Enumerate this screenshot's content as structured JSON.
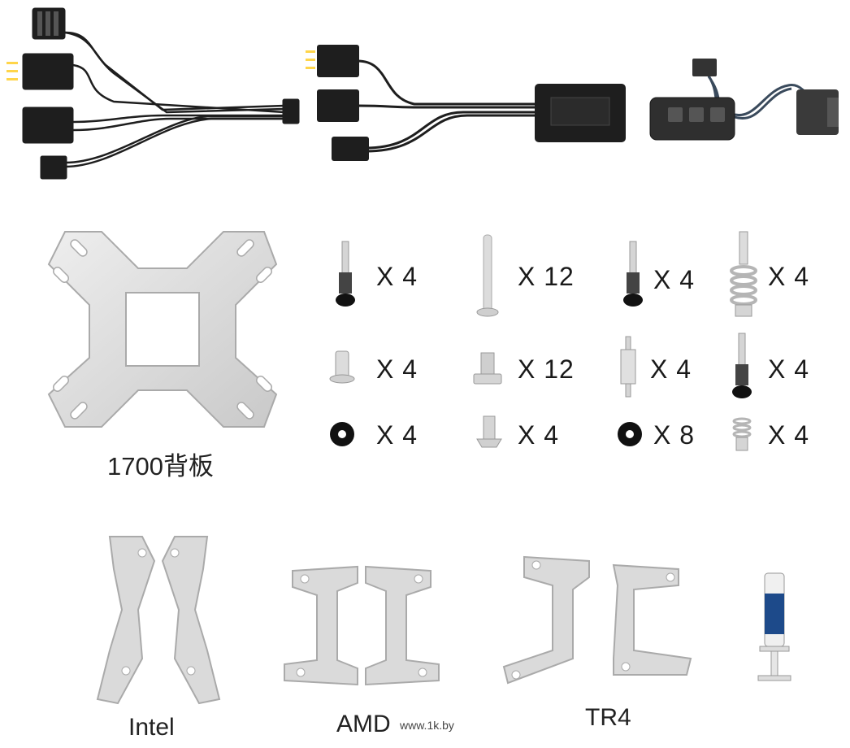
{
  "colors": {
    "cable": "#222222",
    "metal": "#d9d9d9",
    "metal_edge": "#b3b3b3",
    "background": "#ffffff"
  },
  "labels": {
    "backplate": "1700背板",
    "intel": "Intel",
    "amd": "AMD",
    "tr4": "TR4",
    "watermark": "www.1k.by"
  },
  "hardware": [
    {
      "row": 1,
      "col": 1,
      "qty": "X 4",
      "icon": "standoff-black-base"
    },
    {
      "row": 1,
      "col": 2,
      "qty": "X 12",
      "icon": "long-pin"
    },
    {
      "row": 1,
      "col": 3,
      "qty": "X 4",
      "icon": "standoff-black-base"
    },
    {
      "row": 1,
      "col": 4,
      "qty": "X 4",
      "icon": "spring-screw"
    },
    {
      "row": 2,
      "col": 1,
      "qty": "X 4",
      "icon": "sleeve"
    },
    {
      "row": 2,
      "col": 2,
      "qty": "X 12",
      "icon": "hex-screw"
    },
    {
      "row": 2,
      "col": 3,
      "qty": "X 4",
      "icon": "hex-standoff"
    },
    {
      "row": 2,
      "col": 4,
      "qty": "X 4",
      "icon": "standoff-black-base"
    },
    {
      "row": 3,
      "col": 1,
      "qty": "X 4",
      "icon": "rubber-washer"
    },
    {
      "row": 3,
      "col": 2,
      "qty": "X 4",
      "icon": "flat-screw"
    },
    {
      "row": 3,
      "col": 3,
      "qty": "X 8",
      "icon": "rubber-washer"
    },
    {
      "row": 3,
      "col": 4,
      "qty": "X 4",
      "icon": "small-spring"
    }
  ]
}
